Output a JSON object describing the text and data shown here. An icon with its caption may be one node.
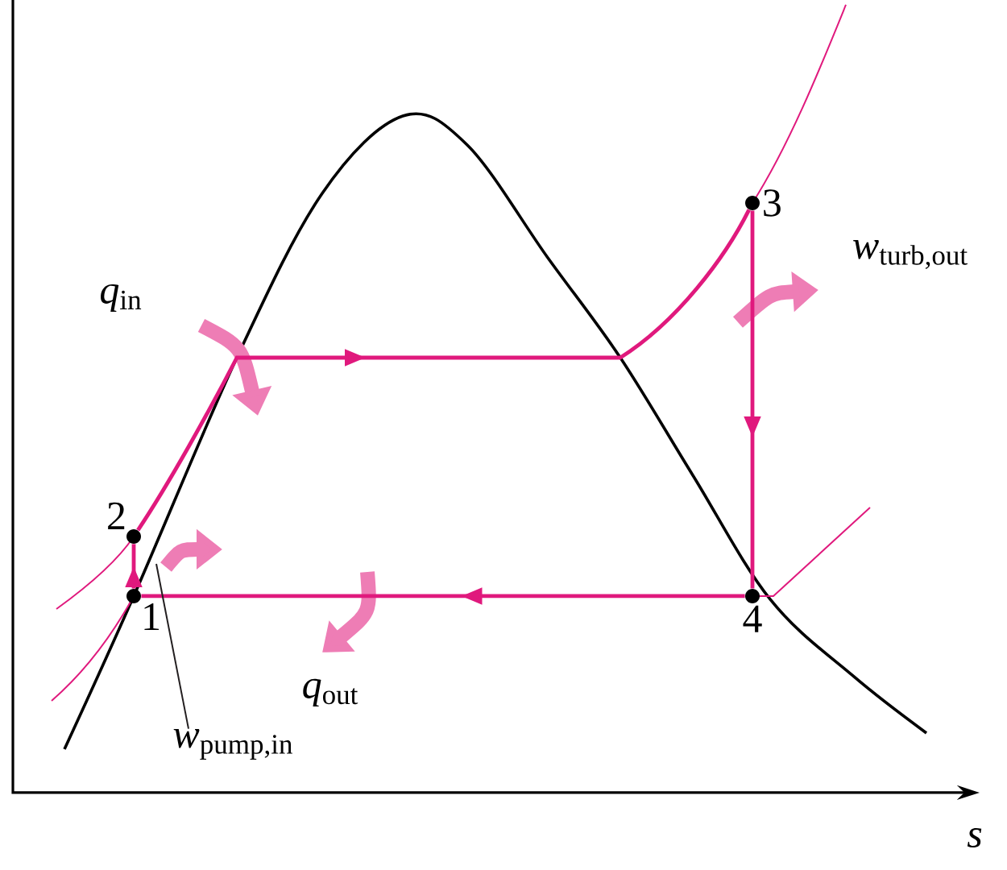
{
  "diagram": {
    "nodes": [
      {
        "text": [
          "1"
        ]
      },
      {
        "text": [
          "2"
        ]
      },
      {
        "text": [
          "3"
        ]
      },
      {
        "text": [
          "4"
        ]
      },
      {
        "text": [
          "*w*$_{pump,in}$"
        ]
      }
    ],
    "edges": [
      {
        "from": 0,
        "to": 1,
        "arrow": "to"
      },
      {
        "from": 1,
        "to": 2,
        "arrow": "to"
      },
      {
        "from": 2,
        "to": 3,
        "arrow": "to"
      },
      {
        "from": 3,
        "to": 0,
        "arrow": "to"
      },
      {
        "from": 4,
        "to": null,
        "arrow": "none",
        "color": "#231f20"
      }
    ],
    "labels": [
      "*q*$_{in}$",
      "*w*$_{turb,out}$",
      "*q*$_{out}$",
      "s"
    ]
  }
}
